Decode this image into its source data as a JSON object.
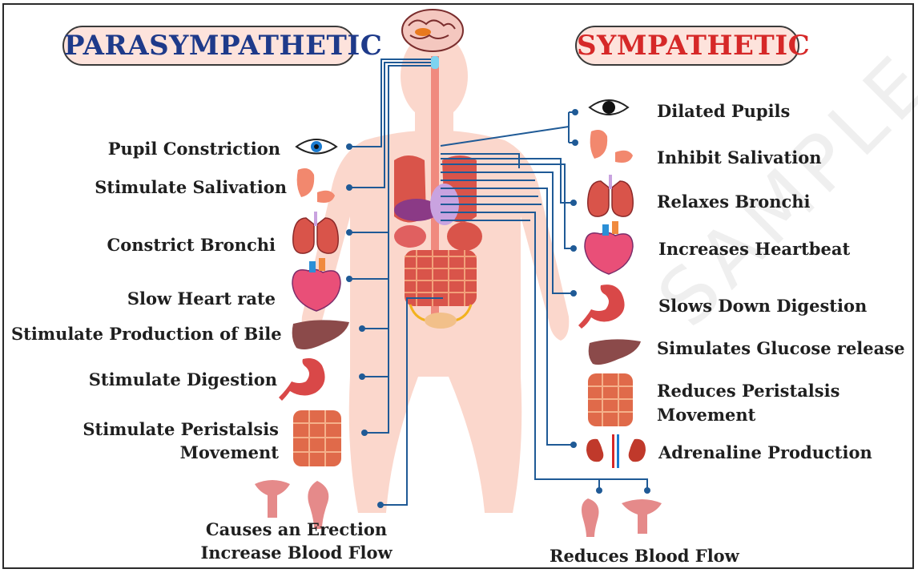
{
  "titles": {
    "parasympathetic": "PARASYMPATHETIC",
    "sympathetic": "SYMPATHETIC"
  },
  "colors": {
    "parasympathetic_title": "#1e3a8a",
    "sympathetic_title": "#d62828",
    "connector": "#1f5a96",
    "body": "#fbd7cc",
    "spine": "#f08a7e",
    "organ": "#d9544a"
  },
  "parasympathetic": {
    "items": [
      {
        "label": "Pupil Constriction",
        "icon": "eye-icon"
      },
      {
        "label": "Stimulate Salivation",
        "icon": "salivary-gland-icon"
      },
      {
        "label": "Constrict Bronchi",
        "icon": "lungs-icon"
      },
      {
        "label": "Slow Heart rate",
        "icon": "heart-icon"
      },
      {
        "label": "Stimulate Production of Bile",
        "icon": "liver-icon"
      },
      {
        "label": "Stimulate Digestion",
        "icon": "stomach-icon"
      },
      {
        "label": "Stimulate Peristalsis",
        "label2": "Movement",
        "icon": "intestine-icon"
      },
      {
        "label": "Causes an Erection",
        "label2": "Increase Blood Flow",
        "icon": "reproductive-organs-icon"
      }
    ]
  },
  "sympathetic": {
    "items": [
      {
        "label": "Dilated Pupils",
        "icon": "eye-icon"
      },
      {
        "label": "Inhibit Salivation",
        "icon": "salivary-gland-icon"
      },
      {
        "label": "Relaxes Bronchi",
        "icon": "lungs-icon"
      },
      {
        "label": "Increases Heartbeat",
        "icon": "heart-icon"
      },
      {
        "label": "Slows Down Digestion",
        "icon": "stomach-icon"
      },
      {
        "label": "Simulates Glucose release",
        "icon": "liver-icon"
      },
      {
        "label": "Reduces Peristalsis",
        "label2": "Movement",
        "icon": "intestine-icon"
      },
      {
        "label": "Adrenaline Production",
        "icon": "kidney-icon"
      },
      {
        "label": "Reduces Blood Flow",
        "icon": "reproductive-organs-icon"
      }
    ]
  },
  "watermark": "SAMPLE"
}
